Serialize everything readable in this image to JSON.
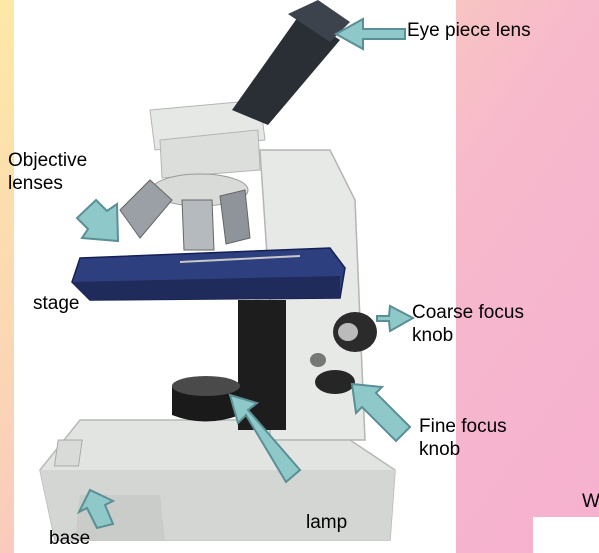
{
  "labels": {
    "eyepiece": "Eye piece lens",
    "objective_line1": "Objective",
    "objective_line2": "lenses",
    "stage": "stage",
    "coarse_line1": "Coarse focus",
    "coarse_line2": "knob",
    "fine_line1": "Fine focus",
    "fine_line2": "knob",
    "lamp": "lamp",
    "base": "base",
    "stray": "W"
  },
  "colors": {
    "arrow_fill": "#8fc8c8",
    "arrow_stroke": "#5a8f96",
    "stage_blue": "#2d3f7e",
    "body_light": "#e4e6e3",
    "body_dark": "#1a1a1a"
  }
}
